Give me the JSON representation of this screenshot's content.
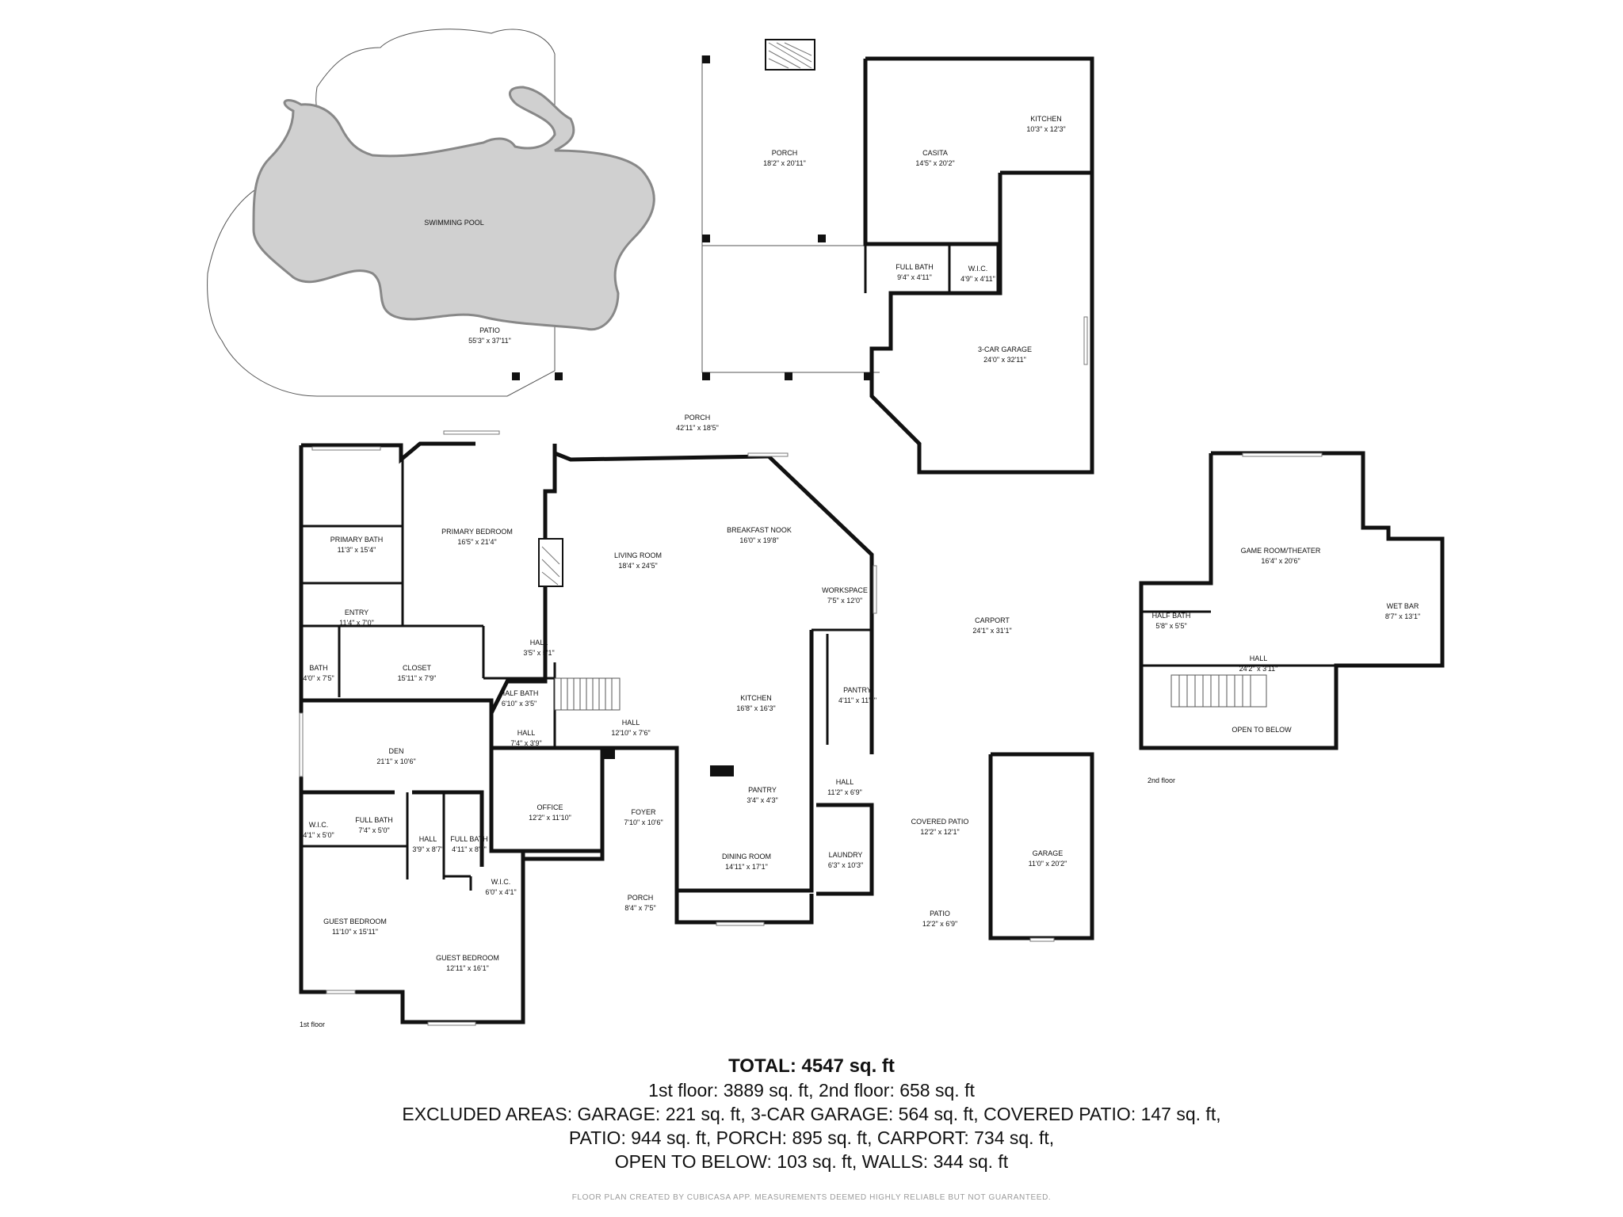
{
  "rooms": {
    "swimming_pool": {
      "name": "SWIMMING POOL"
    },
    "patio_back": {
      "name": "PATIO",
      "dims": "55'3\" x 37'11\""
    },
    "porch_top": {
      "name": "PORCH",
      "dims": "18'2\" x 20'11\""
    },
    "casita": {
      "name": "CASITA",
      "dims": "14'5\" x 20'2\""
    },
    "kitchen_casita": {
      "name": "KITCHEN",
      "dims": "10'3\" x 12'3\""
    },
    "full_bath_casita": {
      "name": "FULL BATH",
      "dims": "9'4\" x 4'11\""
    },
    "wic_casita": {
      "name": "W.I.C.",
      "dims": "4'9\" x 4'11\""
    },
    "three_car_garage": {
      "name": "3-CAR GARAGE",
      "dims": "24'0\" x 32'11\""
    },
    "porch_mid": {
      "name": "PORCH",
      "dims": "42'11\" x 18'5\""
    },
    "primary_bath": {
      "name": "PRIMARY BATH",
      "dims": "11'3\" x 15'4\""
    },
    "primary_bedroom": {
      "name": "PRIMARY BEDROOM",
      "dims": "16'5\" x 21'4\""
    },
    "living_room": {
      "name": "LIVING ROOM",
      "dims": "18'4\" x 24'5\""
    },
    "breakfast_nook": {
      "name": "BREAKFAST NOOK",
      "dims": "16'0\" x 19'8\""
    },
    "workspace": {
      "name": "WORKSPACE",
      "dims": "7'5\" x 12'0\""
    },
    "carport": {
      "name": "CARPORT",
      "dims": "24'1\" x 31'1\""
    },
    "entry": {
      "name": "ENTRY",
      "dims": "11'4\" x 7'0\""
    },
    "hall_small": {
      "name": "HALL",
      "dims": "3'5\" x 5'1\""
    },
    "bath": {
      "name": "BATH",
      "dims": "4'0\" x 7'5\""
    },
    "closet": {
      "name": "CLOSET",
      "dims": "15'11\" x 7'9\""
    },
    "half_bath_main": {
      "name": "HALF BATH",
      "dims": "6'10\" x 3'5\""
    },
    "pantry_right": {
      "name": "PANTRY",
      "dims": "4'11\" x 11'5\""
    },
    "kitchen_main": {
      "name": "KITCHEN",
      "dims": "16'8\" x 16'3\""
    },
    "hall_center": {
      "name": "HALL",
      "dims": "12'10\" x 7'6\""
    },
    "hall_den": {
      "name": "HALL",
      "dims": "7'4\" x 3'9\""
    },
    "den": {
      "name": "DEN",
      "dims": "21'1\" x 10'6\""
    },
    "office": {
      "name": "OFFICE",
      "dims": "12'2\" x 11'10\""
    },
    "foyer": {
      "name": "FOYER",
      "dims": "7'10\" x 10'6\""
    },
    "pantry_small": {
      "name": "PANTRY",
      "dims": "3'4\" x 4'3\""
    },
    "hall_right": {
      "name": "HALL",
      "dims": "11'2\" x 6'9\""
    },
    "covered_patio": {
      "name": "COVERED PATIO",
      "dims": "12'2\" x 12'1\""
    },
    "garage": {
      "name": "GARAGE",
      "dims": "11'0\" x 20'2\""
    },
    "wic_left": {
      "name": "W.I.C.",
      "dims": "4'1\" x 5'0\""
    },
    "full_bath_left": {
      "name": "FULL BATH",
      "dims": "7'4\" x 5'0\""
    },
    "hall_left": {
      "name": "HALL",
      "dims": "3'9\" x 8'7\""
    },
    "full_bath_right": {
      "name": "FULL BATH",
      "dims": "4'11\" x 8'7\""
    },
    "wic_small": {
      "name": "W.I.C.",
      "dims": "6'0\" x 4'1\""
    },
    "dining_room": {
      "name": "DINING ROOM",
      "dims": "14'11\" x 17'1\""
    },
    "laundry": {
      "name": "LAUNDRY",
      "dims": "6'3\" x 10'3\""
    },
    "porch_front": {
      "name": "PORCH",
      "dims": "8'4\" x 7'5\""
    },
    "patio_front": {
      "name": "PATIO",
      "dims": "12'2\" x 6'9\""
    },
    "guest_bedroom_1": {
      "name": "GUEST BEDROOM",
      "dims": "11'10\" x 15'11\""
    },
    "guest_bedroom_2": {
      "name": "GUEST BEDROOM",
      "dims": "12'11\" x 16'1\""
    },
    "game_room": {
      "name": "GAME ROOM/THEATER",
      "dims": "16'4\" x 20'6\""
    },
    "half_bath_upper": {
      "name": "HALF BATH",
      "dims": "5'8\" x 5'5\""
    },
    "wet_bar": {
      "name": "WET BAR",
      "dims": "8'7\" x 13'1\""
    },
    "hall_upper": {
      "name": "HALL",
      "dims": "24'2\" x 3'11\""
    },
    "open_to_below": {
      "name": "OPEN TO BELOW"
    }
  },
  "floors": {
    "first": "1st floor",
    "second": "2nd floor"
  },
  "summary": {
    "total_label": "TOTAL:",
    "total_value": "4547 sq. ft",
    "floors_line": "1st floor: 3889 sq. ft, 2nd floor: 658 sq. ft",
    "excluded_line1": "EXCLUDED AREAS: GARAGE: 221 sq. ft, 3-CAR GARAGE: 564 sq. ft, COVERED PATIO: 147 sq. ft,",
    "excluded_line2": "PATIO: 944 sq. ft, PORCH: 895 sq. ft, CARPORT: 734 sq. ft,",
    "excluded_line3": "OPEN TO BELOW: 103 sq. ft, WALLS: 344 sq. ft"
  },
  "credit": "FLOOR PLAN CREATED BY CUBICASA APP. MEASUREMENTS DEEMED HIGHLY RELIABLE BUT NOT GUARANTEED.",
  "colors": {
    "wall": "#111111",
    "pool_fill": "#d0d0d0",
    "credit_text": "#9a9a9a"
  }
}
